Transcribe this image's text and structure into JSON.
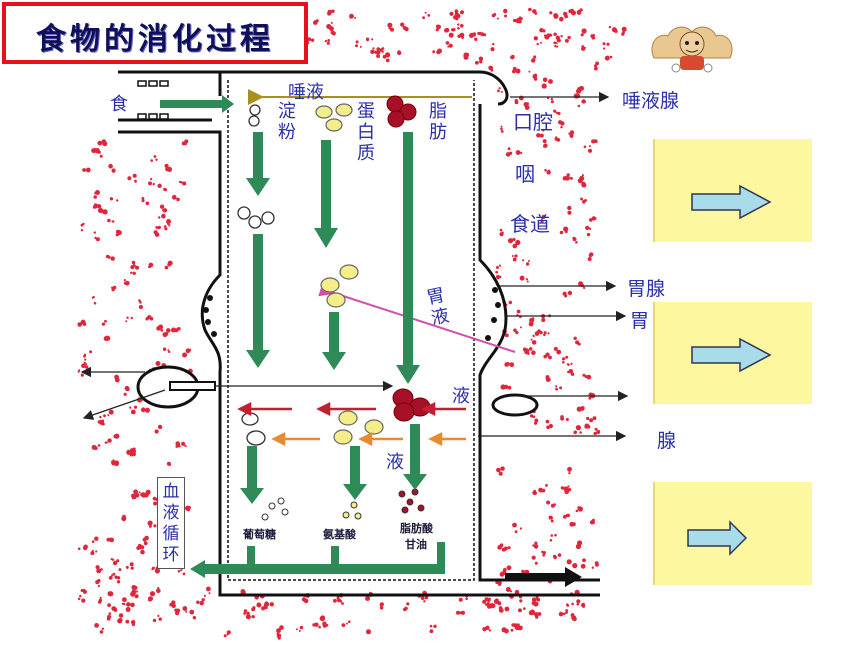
{
  "title": "食物的消化过程",
  "labels": {
    "food": "食",
    "saliva": "唾液",
    "starch": "淀粉",
    "protein": "蛋白质",
    "fat": "脂肪",
    "mouth": "口腔",
    "pharynx": "咽",
    "esophagus": "食道",
    "gastric_juice": "胃液",
    "juice_top": "液",
    "juice_bottom": "液",
    "glucose": "葡萄糖",
    "amino_acid": "氨基酸",
    "fatty_acid": "脂肪酸",
    "glycerol": "甘油",
    "blood_circulation": "血液循环"
  },
  "right_labels": {
    "salivary_gland": "唾液腺",
    "gastric_gland": "胃腺",
    "stomach": "胃",
    "gland": "腺"
  },
  "colors": {
    "green_arrow": "#2e8b57",
    "title_border": "#e8101a",
    "label_blue": "#2b2fa8",
    "panel_yellow": "#fdf8a0",
    "panel_arrow": "#a8dce8",
    "dots_red": "#e0263a",
    "fat_red": "#a8102a",
    "protein_yellow": "#f4ee8a",
    "magenta_line": "#d050b0",
    "orange_arrow": "#e88a30"
  }
}
